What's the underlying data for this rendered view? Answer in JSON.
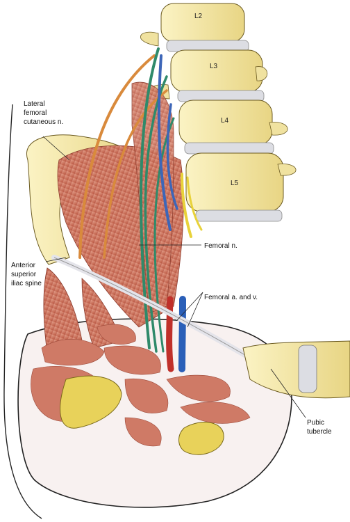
{
  "labels": {
    "L2": "L2",
    "L3": "L3",
    "L4": "L4",
    "L5": "L5",
    "lateral_femoral": [
      "Lateral",
      "femoral",
      "cutaneous n."
    ],
    "femoral_n": "Femoral n.",
    "femoral_av": "Femoral a. and v.",
    "asis": [
      "Anterior",
      "superior",
      "iliac spine"
    ],
    "pubic": [
      "Pubic",
      "tubercle"
    ]
  },
  "colors": {
    "bone": "#f2e6a8",
    "bone_shade": "#d8c46a",
    "disc": "#dcdde3",
    "muscle": "#c9705a",
    "muscle_light": "#e0a08a",
    "nerve_orange": "#d98a3c",
    "nerve_green": "#2f8a6a",
    "nerve_blue": "#3d66b8",
    "nerve_yellow": "#e8d23a",
    "artery": "#c0302a",
    "vein": "#2a5fb8",
    "ligament": "#e4e4ea",
    "outline": "#222222"
  }
}
